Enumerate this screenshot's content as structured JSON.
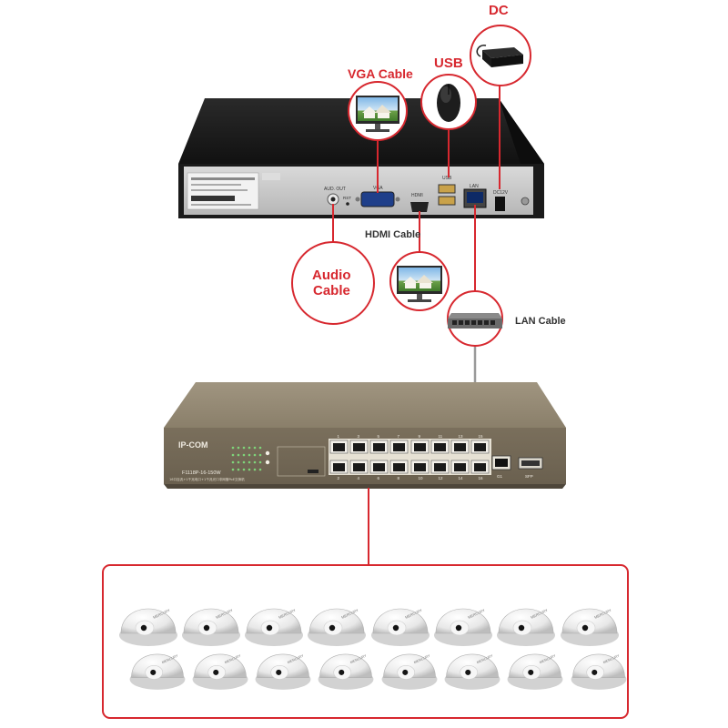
{
  "labels": {
    "dc": "DC",
    "usb": "USB",
    "vga_cable": "VGA Cable",
    "hdmi_cable": "HDMI Cable",
    "audio_cable_line1": "Audio",
    "audio_cable_line2": "Cable",
    "lan_cable": "LAN Cable"
  },
  "nvr": {
    "port_labels": {
      "audio_out": "AUD. OUT",
      "rst": "RST",
      "vga": "VGA",
      "hdmi": "HDMI",
      "usb": "USB",
      "lan": "LAN",
      "dc": "DC12V"
    }
  },
  "switch": {
    "brand": "IP-COM",
    "model": "F1118P-16-150W",
    "subtitle": "16口百兆+1千兆电口+1千兆光口非网管PoE交换机",
    "port_numbers_top": [
      "1",
      "3",
      "5",
      "7",
      "9",
      "11",
      "13",
      "15"
    ],
    "port_numbers_bottom": [
      "2",
      "4",
      "6",
      "8",
      "10",
      "12",
      "14",
      "16"
    ],
    "uplink_labels": [
      "G1",
      "SFP"
    ]
  },
  "cameras": {
    "brand": "MERCURY",
    "count": 16
  },
  "colors": {
    "accent_red": "#d7282f",
    "nvr_body": "#1c1c1c",
    "switch_body": "#8b7d66"
  }
}
